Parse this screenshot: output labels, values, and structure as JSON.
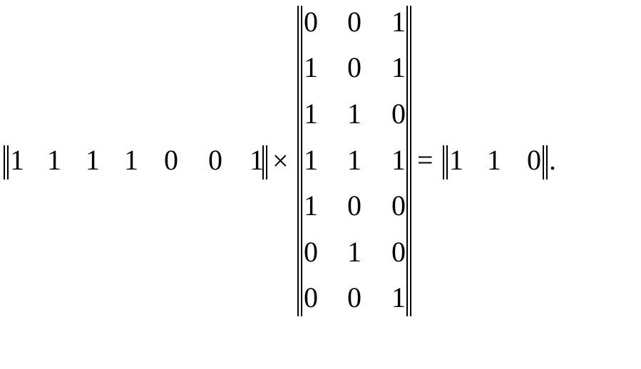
{
  "equation": {
    "row_vector": [
      "1",
      "1",
      "1",
      "1",
      "0",
      "0",
      "1"
    ],
    "times_symbol": "×",
    "matrix": [
      [
        "0",
        "0",
        "1"
      ],
      [
        "1",
        "0",
        "1"
      ],
      [
        "1",
        "1",
        "0"
      ],
      [
        "1",
        "1",
        "1"
      ],
      [
        "1",
        "0",
        "0"
      ],
      [
        "0",
        "1",
        "0"
      ],
      [
        "0",
        "0",
        "1"
      ]
    ],
    "equals_symbol": "=",
    "result_vector": [
      "1",
      "1",
      "0"
    ],
    "period": "."
  }
}
